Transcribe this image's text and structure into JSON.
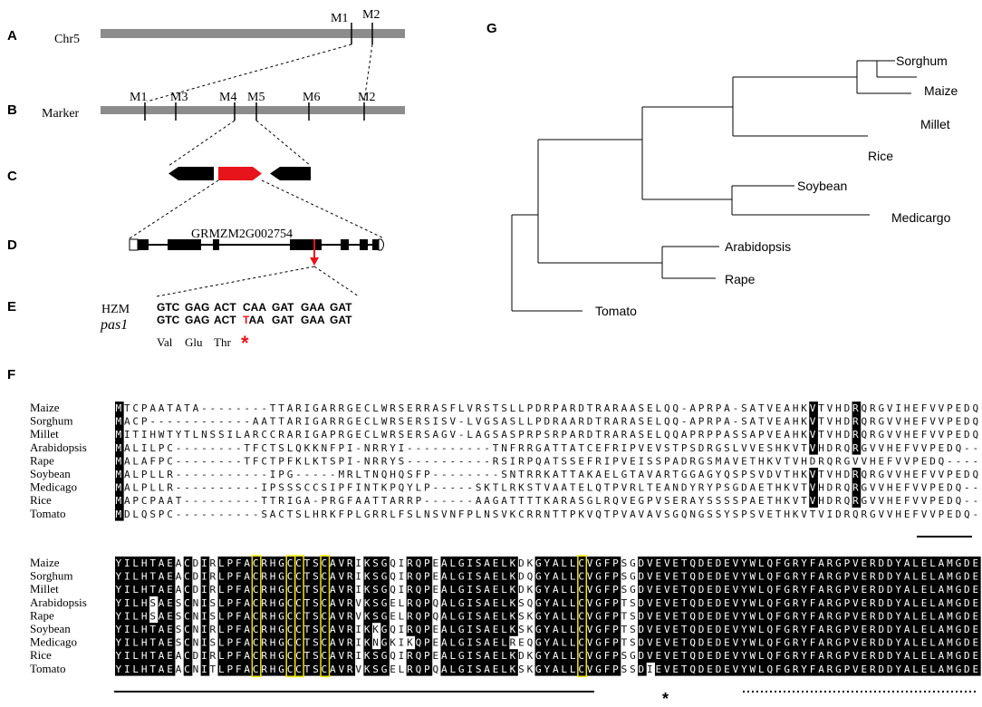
{
  "panel_labels": {
    "a": "A",
    "b": "B",
    "c": "C",
    "d": "D",
    "e": "E",
    "f": "F",
    "g": "G"
  },
  "chromosome": {
    "label": "Chr5",
    "markers": [
      "M1",
      "M2"
    ]
  },
  "marker_bar": {
    "label": "Marker",
    "markers": [
      "M1",
      "M3",
      "M4",
      "M5",
      "M6",
      "M2"
    ]
  },
  "gene": {
    "name": "GRMZM2G002754"
  },
  "codons": {
    "hzm_label": "HZM",
    "pas1_label": "pas1",
    "hzm": [
      "GTC",
      "GAG",
      "ACT",
      "CAA",
      "GAT",
      "GAA",
      "GAT"
    ],
    "pas1": [
      "GTC",
      "GAG",
      "ACT",
      "TAA",
      "GAT",
      "GAA",
      "GAT"
    ],
    "mutated_base": "T",
    "aa": [
      "Val",
      "Glu",
      "Thr"
    ],
    "stop_mark": "*"
  },
  "tree": {
    "taxa": [
      "Sorghum",
      "Maize",
      "Millet",
      "Rice",
      "Soybean",
      "Medicargo",
      "Arabidopsis",
      "Rape",
      "Tomato"
    ]
  },
  "alignment": {
    "species": [
      "Maize",
      "Sorghum",
      "Millet",
      "Arabidopsis",
      "Rape",
      "Soybean",
      "Medicago",
      "Rice",
      "Tomato"
    ],
    "block1": [
      "MTCPAATATA--------TTARIGARRGECLWRSERRASFLVRSTSLLPDRPARDTRARAASELQQ-APRPA-SATVEAHKVTVHDRQRGVIHEFVVPEDQ",
      "MACP------------AATTARIGARRGECLWRSERSISV-LVGSASLLPDRAARDTRARASELQQ-APRPA-SATVEAHKVTVHDRQRGVVHEFVVPEDQ",
      "MITIHWTYTLNSSILARCCRARIGAPRGECLWRSERSAGV-LAGSASPRPSRPARDTRARASELQQAPRPPASSAPVEAHKVTVHDRQRGVVHEFVVPEDQ",
      "MALILPC--------TFCTSLQKKNFPI-NRRYI----------TNFRRGATTATCEFRIPVEVSTPSDRGSLVVESHKVTVHDRQRGVVHEFVVPEDQ",
      "MALAFPC--------TFCTPFKLKTSPI-NRRYS----------RSIRPQATSSEFRIPVEISSPADRGSMAVETHKVTVHDRQRGVVHEFVVPEDQ",
      "MALPLLR-----------IPG-----MRLTNQHQSFP--------SNTRRKATTAKAELGTAVARTGGAGYQSPSVDVTHKVTVHDRQRGVVHEFVVPEDQ",
      "MALPLLR----------IPSSSCCSIPFINTKPQYLP-----SKTLRKSTVAATELQTPVRLTEANDYRYPSGDAETHKVTVHDRQRGVVHEFVVPEDQ",
      "MAPCPAAT---------TTRIGA-PRGFAATTARRP------AAGATTTTKARASGLRQVEGPVSERAYSSSSPAETHKVTVHDRQRGVVHEFVVPEDQ",
      "MDLQSPC----------SACTSLHRKFPLGRRLFSLNSVNFPLNSVKCRRNTTPKVQTPVAVAVSGQNGSSYSPSVETHKVTVIDRQRGVVHEFVVPEDQ"
    ],
    "block2": [
      "YILHTAEACDIRLPFACRHGCCTSCAVRIKSGQIRQPEALGISAELKDKGYALLCVGFPSGDVEVETQDEDEVYWLQFGRYFARGPVERDDYALELAMGDE",
      "YILHTAEACDIRLPFACRHGCCTSCAVRIKSGQIRQPEALGISAELKDQGYALLCVGFPSGDVEVETQDEDEVYWLQFGRYFARGPVERDDYALELAMGDE",
      "YILHTAEACDIRLPFACRHGCCTSCAVRIKSGQIRQPEALGISAELKDKGYALLCVGFPSGDVEVETQDEDEVYWLQFGRYFARGPVERDDYALELAMGDE",
      "YILHSAESCNISLPFACRHGCCTSCAVRVKSGELRQPQALGISAELKSQGYALLCVGFPTSDVEVETQDEDEVYWLQFGRYFARGPVERDDYALELAMGDE",
      "YILHSAESCNISLPFACRHGCCTSCAVRVKSGELRQPQALGISAELKSKGYALLCVGFPTSDVEVETQDEDEVYWLQFGRYFARGPVERDDYALELAMGDE",
      "YILHTAESCNIRLPFACRHGCCTSCAVRIKKGQIRQPEALGISAELKSKGYALLCVGFPTSDVEVETQDEDEVYWLQFGRYFARGPVERDDYALELAMGDE",
      "YILHTAESCNISLPFACRHGCCTSCAVRIKNGKIKQPEALGISAELREQGYALLCVGFPTSDVEVETQDEDEVYWLQFGRYFARGPVERDDYALELAMGDE",
      "YILHTAEACDIRLPFACRHGCCTSCAVRIKSGQIRQPEALGISAELKDKGYALLCVGFPSGDVEVETQDEDEVYWLQFGRYFARGPVERDDYALELAMGDE",
      "YILHTAEACNITLPFACRHGCCTSCAVRVKSGELRQPQALGISAELKSKGYALLCVGFPSSDIEVETQDEDEVYWLQFGRYFARGPVERDDYALELAMGDE"
    ],
    "asterisk": "*"
  },
  "colors": {
    "bar": "#8c8c8c",
    "mutation": "#e8141b",
    "highlight": "#f2e600",
    "black": "#000000"
  }
}
